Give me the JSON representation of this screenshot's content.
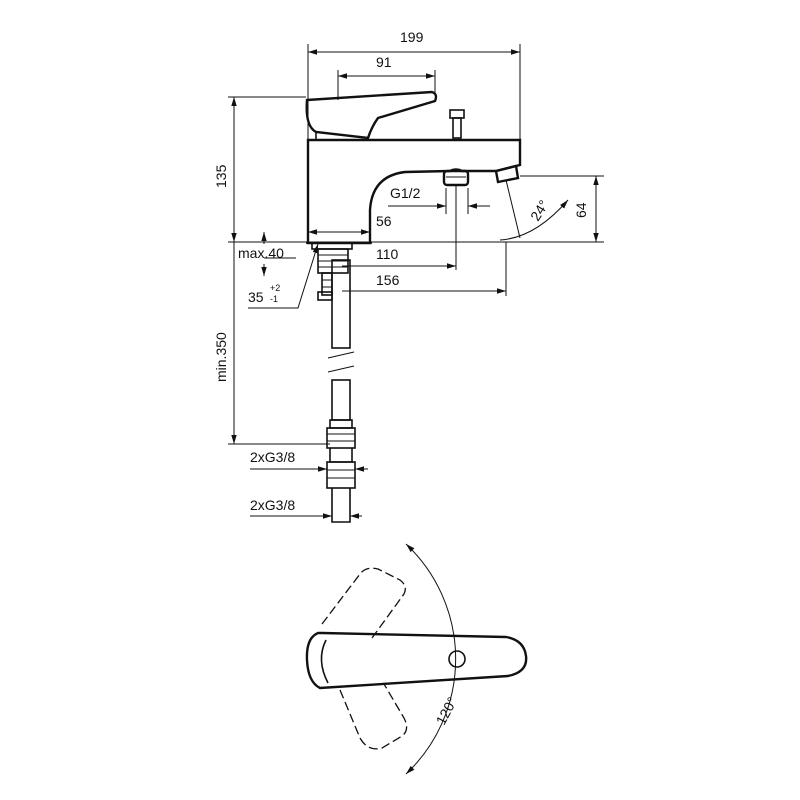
{
  "dimensions": {
    "total_width": "199",
    "lever_length": "91",
    "body_height": "135",
    "spout_height": "64",
    "spout_angle": "24°",
    "outlet_thread": "G1/2",
    "body_depth": "56",
    "outlet_offset": "110",
    "spout_reach": "156",
    "deck_max": "max.40",
    "hole_diameter": "35",
    "hole_tol_plus": "+2",
    "hole_tol_minus": "-1",
    "hose_min": "min.350",
    "thread_upper": "2xG3/8",
    "thread_lower": "2xG3/8",
    "lever_rotation": "120°"
  }
}
